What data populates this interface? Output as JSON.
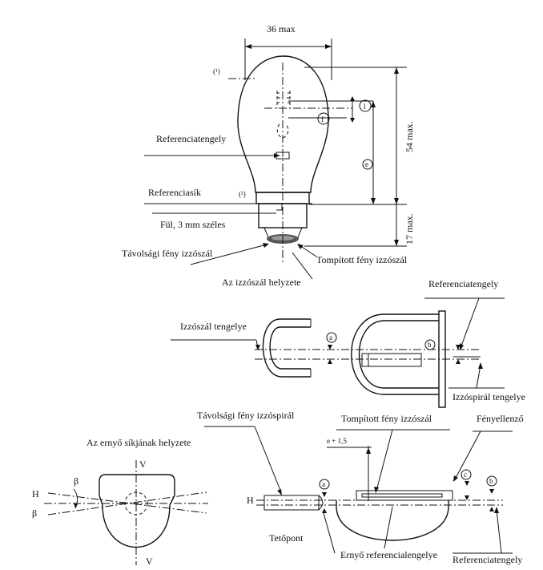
{
  "bulb": {
    "dim_width": "36 max",
    "dim_height": "54 max.",
    "dim_base": "17 max.",
    "note_top": "(¹)",
    "note_ref": "(²)",
    "circle_l": "l",
    "circle_f": "f",
    "circle_e": "e",
    "ref_axis": "Referenciatengely",
    "ref_plane": "Referenciasík",
    "tab": "Fül, 3 mm széles",
    "high_beam_filament": "Távolsági fény izzószál",
    "low_beam_filament": "Tompított fény izzószál",
    "filament_position": "Az izzószál helyzete"
  },
  "middle": {
    "filament_axis": "Izzószál tengelye",
    "ref_axis": "Referenciatengely",
    "coil_axis": "Izzóspirál tengelye",
    "circle_a": "a",
    "circle_b": "b"
  },
  "bottom_left": {
    "title": "Az ernyő síkjának helyzete",
    "v_top": "V",
    "v_bottom": "V",
    "h": "H",
    "beta_top": "β",
    "beta_bottom": "β"
  },
  "bottom_right": {
    "high_beam_coil": "Távolsági fény izzóspirál",
    "low_beam_filament": "Tompított fény izzószál",
    "shield": "Fényellenző",
    "dim_e": "e + 1,5",
    "h": "H",
    "circle_a": "a",
    "circle_c": "c",
    "circle_b": "b",
    "apex": "Tetőpont",
    "shield_ref_axis": "Ernyő referencialengelye",
    "ref_axis": "Referenciatengely"
  }
}
